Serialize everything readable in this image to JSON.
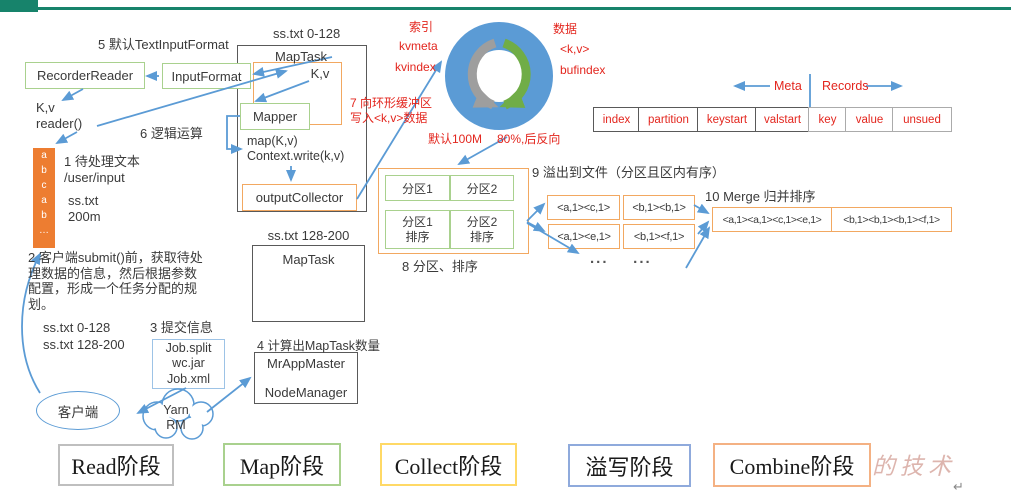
{
  "notes": {
    "n1a": "1 待处理文本",
    "n1b": "/user/input",
    "n1c": "ss.txt",
    "n1d": "200m",
    "n2": "2 客户端submit()前，获取待处理数据的信息，然后根据参数配置，形成一个任务分配的规划。",
    "n2_split1": "ss.txt  0-128",
    "n2_split2": "ss.txt  128-200",
    "n3": "3 提交信息",
    "n4": "4 计算出MapTask数量",
    "n5": "5 默认TextInputFormat",
    "n6": "6 逻辑运算",
    "n7a": "7 向环形缓冲区",
    "n7b": "写入<k,v>数据",
    "n8": "8 分区、排序",
    "n9": "9 溢出到文件（分区且区内有序）",
    "n10": "10 Merge 归并排序"
  },
  "flow": {
    "split1_caption": "ss.txt 0-128",
    "split2_caption": "ss.txt 128-200",
    "recorder_reader": "RecorderReader",
    "input_format": "InputFormat",
    "map_task": "MapTask",
    "map_task2": "MapTask",
    "kv": "K,v",
    "kv_reader_a": "K,v",
    "kv_reader_b": "reader()",
    "mapper": "Mapper",
    "map_fn_a": "map(K,v)",
    "map_fn_b": "Context.write(k,v)",
    "output_collector": "outputCollector",
    "input_letters": [
      "a",
      "b",
      "c",
      "a",
      "b",
      "…"
    ],
    "job_split": "Job.split",
    "wc_jar": "wc.jar",
    "job_xml": "Job.xml",
    "mr_app_master": "MrAppMaster",
    "node_manager": "NodeManager",
    "client": "客户端",
    "yarn_a": "Yarn",
    "yarn_b": "RM"
  },
  "ring_buffer": {
    "index_title": "索引",
    "index_l1": "kvmeta",
    "index_l2": "kvindex",
    "data_title": "数据",
    "data_l1": "<k,v>",
    "data_l2": "bufindex",
    "default_size": "默认100M",
    "spill_trigger": "80%,后反向"
  },
  "meta_records": {
    "meta_label": "Meta",
    "records_label": "Records",
    "meta_cells": [
      "index",
      "partition",
      "keystart",
      "valstart"
    ],
    "record_cells": [
      "key",
      "value",
      "unsued"
    ]
  },
  "partitions": {
    "p1": "分区1",
    "p2": "分区2",
    "p1_sorted_a": "分区1",
    "p1_sorted_b": "排序",
    "p2_sorted_a": "分区2",
    "p2_sorted_b": "排序"
  },
  "spill": {
    "files": [
      "<a,1><c,1>",
      "<b,1><b,1>",
      "<a,1><e,1>",
      "<b,1><f,1>"
    ],
    "ellipsis": "...    ..."
  },
  "merge": {
    "files": [
      "<a,1><a,1><c,1><e,1>",
      "<b,1><b,1><b,1><f,1>"
    ]
  },
  "phases": [
    {
      "label": "Read阶段",
      "border": "#BFBFBF"
    },
    {
      "label": "Map阶段",
      "border": "#A9D18E"
    },
    {
      "label": "Collect阶段",
      "border": "#FFD966"
    },
    {
      "label": "溢写阶段",
      "border": "#8FAADC"
    },
    {
      "label": "Combine阶段",
      "border": "#F4B183"
    }
  ],
  "misc": {
    "watermark": "的技术",
    "return_mark": "↵"
  },
  "colors": {
    "accent_blue": "#5B9BD5",
    "box_green": "#A9D18E",
    "box_orange": "#F2A861",
    "column_orange": "#ED7D31",
    "red_text": "#E3261E",
    "teal_header": "#17836B",
    "ring_gray": "#9E9E9E",
    "ring_green": "#70AD47",
    "dark_border": "#595959"
  }
}
